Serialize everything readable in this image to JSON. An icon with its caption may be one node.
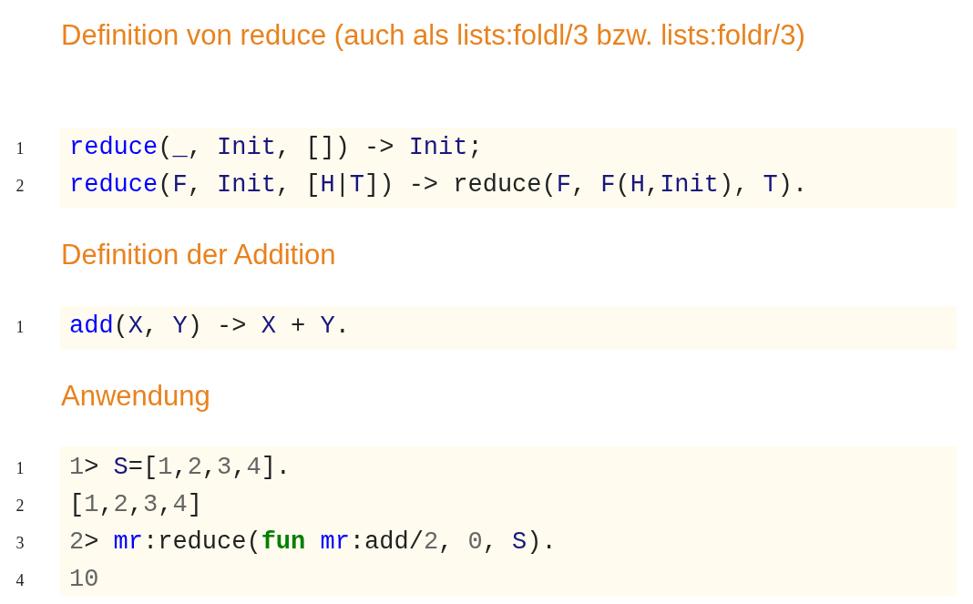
{
  "diagram": {
    "labels": [
      "Definition von reduce (auch als lists:foldl/3 bzw. lists:foldr/3)",
      "1",
      "reduce(_, Init, []) -> Init;",
      "2",
      "reduce(F, Init, [H|T]) -> reduce(F, F(H,Init), T).",
      "Definition der Addition",
      "1",
      "add(X, Y) -> X + Y.",
      "Anwendung",
      "1",
      "1> S=[1,2,3,4].",
      "2",
      "[1,2,3,4]",
      "3",
      "2> mr:reduce(fun mr:add/2, 0, S).",
      "4",
      "10"
    ]
  }
}
